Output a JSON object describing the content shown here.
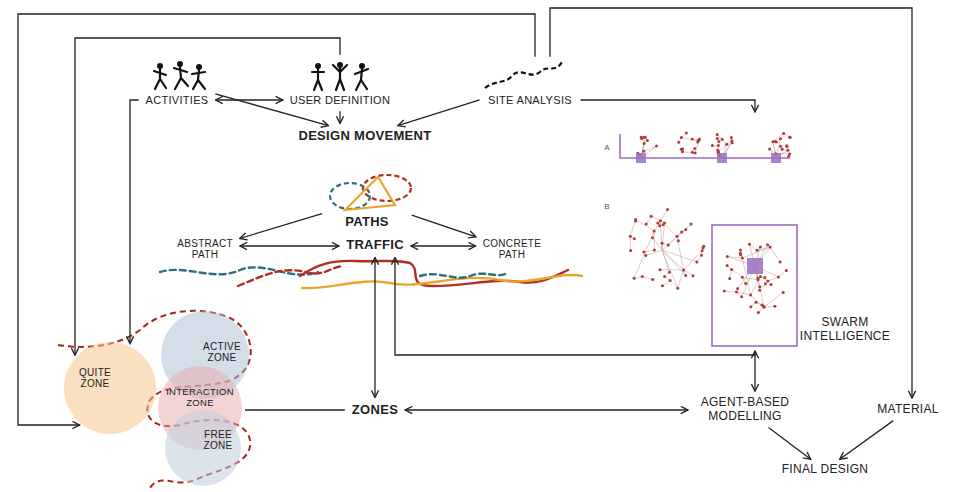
{
  "diagram": {
    "nodes": [
      {
        "text": [
          "ACTIVITIES"
        ]
      },
      {
        "text": [
          "USER DEFINITION"
        ]
      },
      {
        "text": [
          "SITE ANALYSIS"
        ]
      },
      {
        "text": [
          "DESIGN MOVEMENT"
        ]
      },
      {
        "text": [
          "PATHS"
        ]
      },
      {
        "text": [
          "ABSTRACT PATH"
        ]
      },
      {
        "text": [
          "TRAFFIC"
        ]
      },
      {
        "text": [
          "CONCRETE PATH"
        ]
      },
      {
        "text": [
          "SWARM INTELLIGENCE"
        ]
      },
      {
        "text": [
          "QUITE ZONE"
        ]
      },
      {
        "text": [
          "ACTIVE ZONE"
        ]
      },
      {
        "text": [
          "INTERACTION ZONE"
        ]
      },
      {
        "text": [
          "ZONES"
        ]
      },
      {
        "text": [
          "FREE ZONE"
        ]
      },
      {
        "text": [
          "AGENT-BASED MODELLING"
        ]
      },
      {
        "text": [
          "MATERIAL"
        ]
      },
      {
        "text": [
          "FINAL DESIGN"
        ]
      }
    ],
    "edges": [
      {
        "from": 1,
        "to": 0,
        "arrow": "both"
      },
      {
        "from": 0,
        "to": 3,
        "arrow": "to"
      },
      {
        "from": 1,
        "to": 3,
        "arrow": "to"
      },
      {
        "from": 2,
        "to": 3,
        "arrow": "to"
      },
      {
        "from": 2,
        "to": 8,
        "arrow": "to"
      },
      {
        "from": 4,
        "to": 5,
        "arrow": "to"
      },
      {
        "from": 4,
        "to": 7,
        "arrow": "to"
      },
      {
        "from": 5,
        "to": 6,
        "arrow": "both"
      },
      {
        "from": 7,
        "to": 6,
        "arrow": "both"
      },
      {
        "from": 6,
        "to": 12,
        "arrow": "both"
      },
      {
        "from": 6,
        "to": 8,
        "arrow": "both"
      },
      {
        "from": 8,
        "to": 14,
        "arrow": "to"
      },
      {
        "from": 12,
        "to": 14,
        "arrow": "both"
      },
      {
        "from": 12,
        "to": 11,
        "arrow": "none"
      },
      {
        "from": 14,
        "to": 16,
        "arrow": "to"
      },
      {
        "from": 15,
        "to": 16,
        "arrow": "to"
      },
      {
        "from": 2,
        "to": 15,
        "arrow": "to"
      },
      {
        "from": 2,
        "to": 9,
        "arrow": "to"
      },
      {
        "from": 1,
        "to": 9,
        "arrow": "to"
      },
      {
        "from": 0,
        "to": 9,
        "arrow": "to"
      }
    ],
    "labels": [
      "A",
      "B"
    ]
  }
}
